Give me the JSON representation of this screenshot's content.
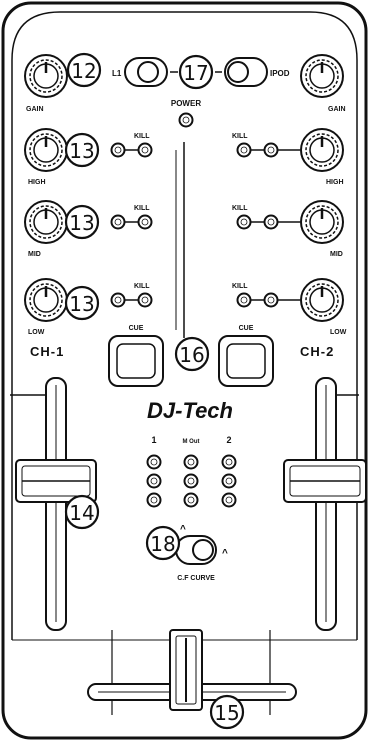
{
  "labels": {
    "l1": "L1",
    "ipod": "IPOD",
    "power": "POWER",
    "gain": "GAIN",
    "high": "HIGH",
    "mid": "MID",
    "low": "LOW",
    "kill": "KILL",
    "cue": "CUE",
    "ch1": "CH-1",
    "ch2": "CH-2",
    "brand": "DJ-Tech",
    "meter_ch1": "1",
    "meter_mid": "M Out",
    "meter_ch2": "2",
    "cf_curve": "C.F CURVE",
    "curve_mark": "^"
  },
  "callouts": {
    "c12": "12",
    "c13a": "13",
    "c13b": "13",
    "c13c": "13",
    "c14": "14",
    "c15": "15",
    "c16": "16",
    "c17": "17",
    "c18": "18"
  }
}
